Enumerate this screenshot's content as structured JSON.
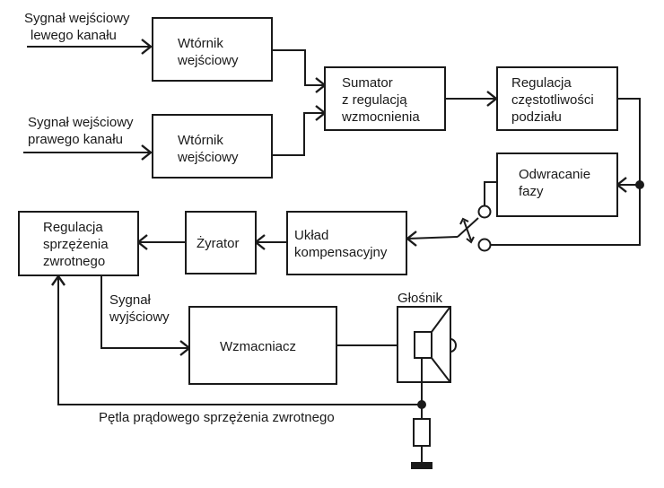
{
  "diagram": {
    "blocks": {
      "buffer_left": [
        "Wtórnik",
        "wejściowy"
      ],
      "buffer_right": [
        "Wtórnik",
        "wejściowy"
      ],
      "summer": [
        "Sumator",
        "z regulacją",
        "wzmocnienia"
      ],
      "crossover": [
        "Regulacja",
        "częstotliwości",
        "podziału"
      ],
      "phase_inverter": [
        "Odwracanie",
        "fazy"
      ],
      "compensation": [
        "Układ",
        "kompensacyjny"
      ],
      "gyrator": [
        "Żyrator"
      ],
      "feedback_control": [
        "Regulacja",
        "sprzężenia",
        "zwrotnego"
      ],
      "amplifier": [
        "Wzmacniacz"
      ]
    },
    "labels": {
      "input_left": [
        "Sygnał wejściowy",
        "lewego kanału"
      ],
      "input_right": [
        "Sygnał wejściowy",
        "prawego kanału"
      ],
      "output_signal": [
        "Sygnał",
        "wyjściowy"
      ],
      "speaker": "Głośnik",
      "feedback_loop": "Pętla prądowego sprzężenia zwrotnego"
    }
  }
}
